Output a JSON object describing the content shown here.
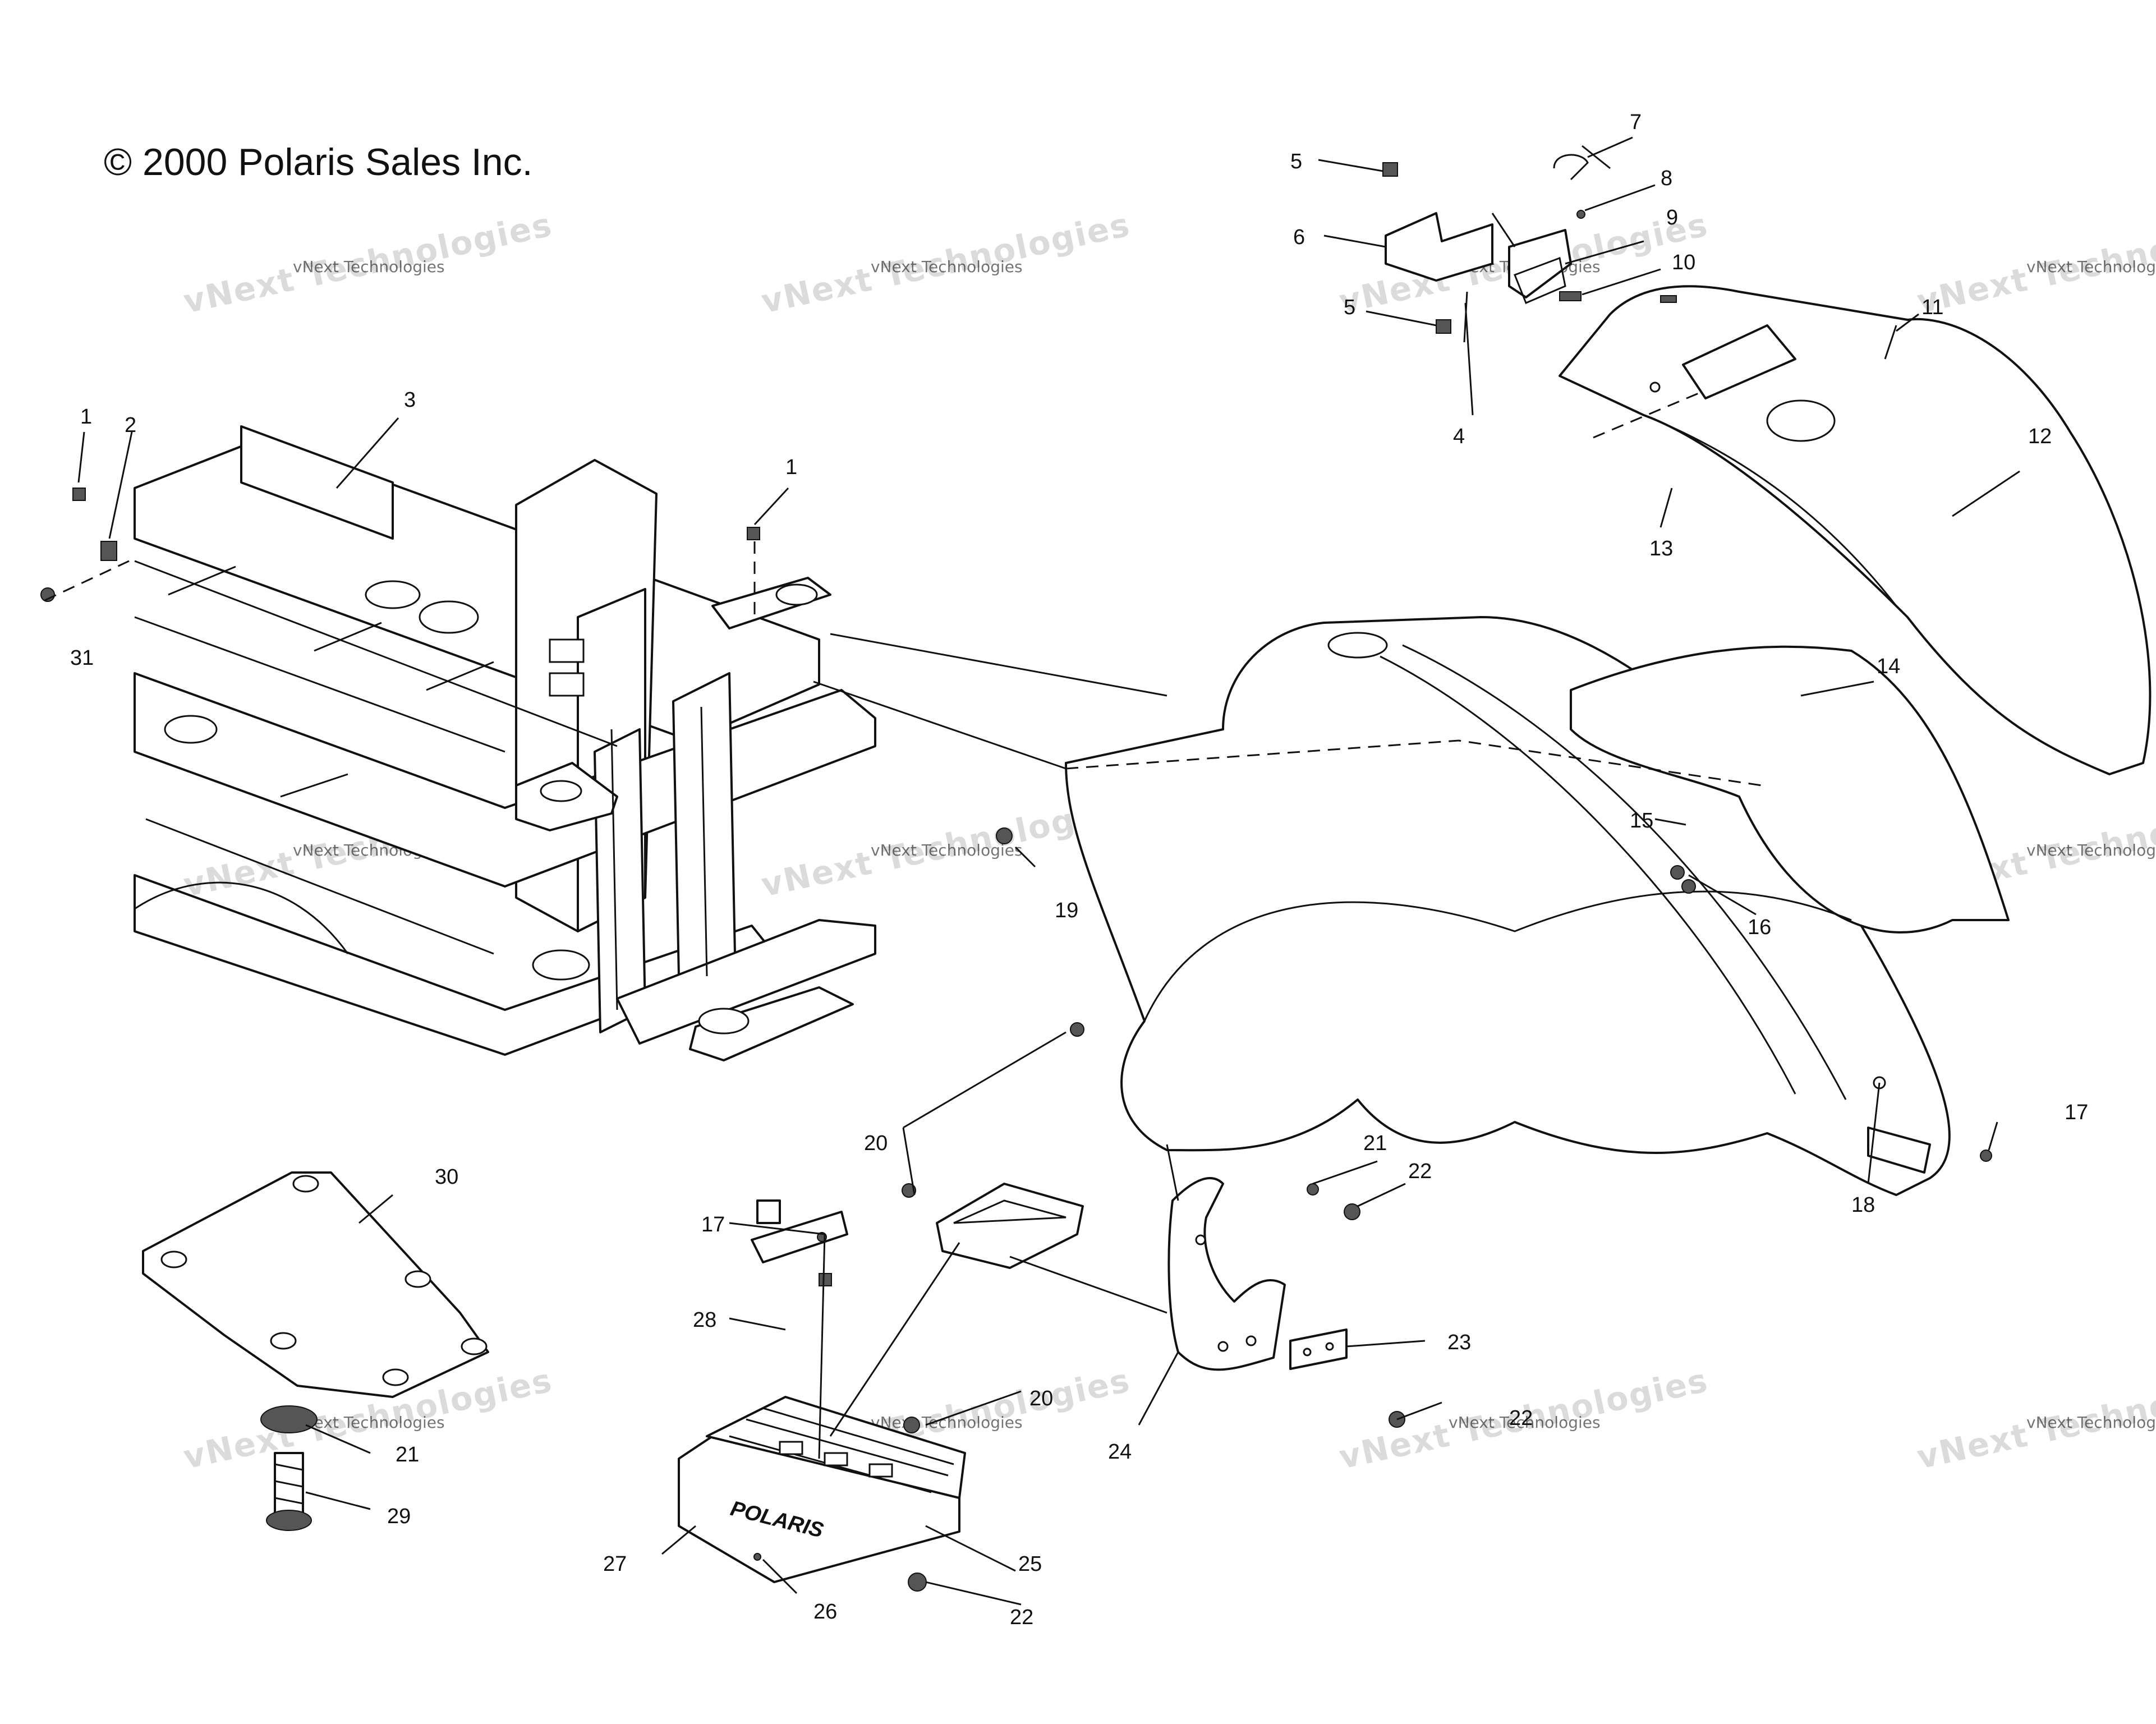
{
  "copyright": "© 2000 Polaris Sales Inc.",
  "watermark": {
    "text_large": "vNext Technologies",
    "text_small": "vNext Technologies"
  },
  "callouts": {
    "c1a": "1",
    "c1b": "1",
    "c2": "2",
    "c3": "3",
    "c4": "4",
    "c5a": "5",
    "c5b": "5",
    "c6": "6",
    "c7": "7",
    "c8": "8",
    "c9": "9",
    "c10": "10",
    "c11": "11",
    "c12": "12",
    "c13": "13",
    "c14": "14",
    "c15": "15",
    "c16": "16",
    "c17a": "17",
    "c17b": "17",
    "c18": "18",
    "c19": "19",
    "c20a": "20",
    "c20b": "20",
    "c21a": "21",
    "c21b": "21",
    "c22a": "22",
    "c22b": "22",
    "c22c": "22",
    "c23": "23",
    "c24": "24",
    "c25": "25",
    "c26": "26",
    "c27": "27",
    "c28": "28",
    "c29": "29",
    "c30": "30",
    "c31": "31"
  },
  "footrest_brand": "POLARIS"
}
